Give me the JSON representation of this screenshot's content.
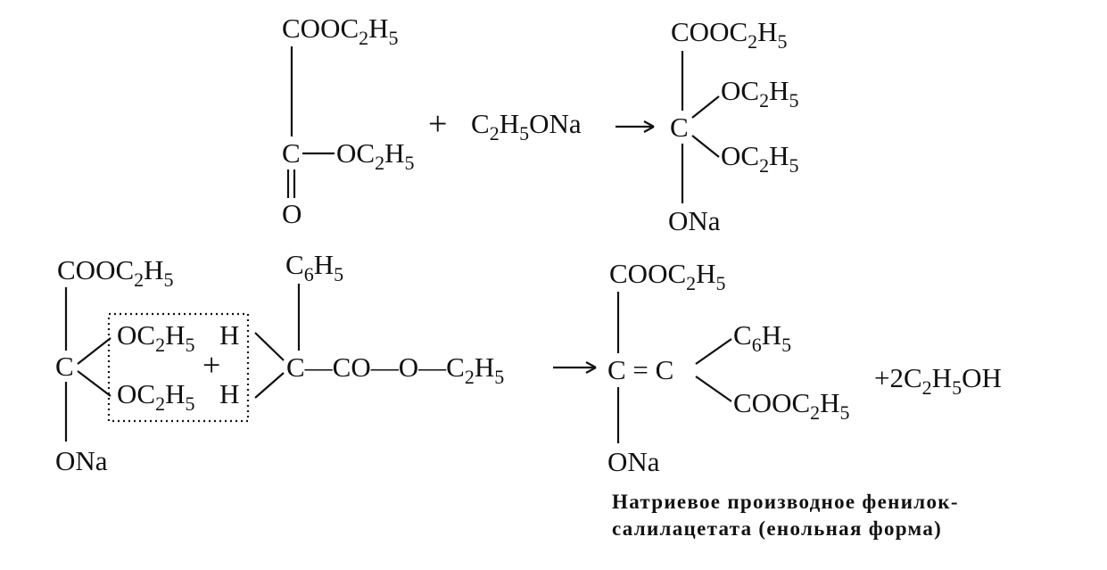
{
  "reaction1": {
    "reactant": {
      "top_group": [
        "COOC",
        "2",
        "H",
        "5"
      ],
      "carbon": "C",
      "ester_group": [
        "OC",
        "2",
        "H",
        "5"
      ],
      "carbonyl_oxygen": "O"
    },
    "plus": "+",
    "reagent": [
      "C",
      "2",
      "H",
      "5",
      "ONa"
    ],
    "arrow": "→",
    "product": {
      "top_group": [
        "COOC",
        "2",
        "H",
        "5"
      ],
      "carbon": "C",
      "ethoxy_upper": [
        "OC",
        "2",
        "H",
        "5"
      ],
      "ethoxy_lower": [
        "OC",
        "2",
        "H",
        "5"
      ],
      "alkoxide": "ONa"
    }
  },
  "reaction2": {
    "adduct": {
      "top_group": [
        "COOC",
        "2",
        "H",
        "5"
      ],
      "carbon": "C",
      "ethoxy_upper": [
        "OC",
        "2",
        "H",
        "5"
      ],
      "ethoxy_lower": [
        "OC",
        "2",
        "H",
        "5"
      ],
      "alkoxide": "ONa"
    },
    "eliminated_h_upper": "H",
    "eliminated_h_lower": "H",
    "box_plus": "+",
    "ester": {
      "phenyl": [
        "C",
        "6",
        "H",
        "5"
      ],
      "chain": [
        "C—CO—O—C",
        "2",
        "H",
        "5"
      ]
    },
    "arrow": "→",
    "product": {
      "top_group": [
        "COOC",
        "2",
        "H",
        "5"
      ],
      "enol_bond": "C = C",
      "phenyl": [
        "C",
        "6",
        "H",
        "5"
      ],
      "ester_group": [
        "COOC",
        "2",
        "H",
        "5"
      ],
      "alkoxide": "ONa"
    },
    "byproduct": [
      "+2C",
      "2",
      "H",
      "5",
      "OH"
    ]
  },
  "caption": {
    "line1": "Натриевое производное фенилок-",
    "line2": "салилацетата (енольная форма)"
  }
}
